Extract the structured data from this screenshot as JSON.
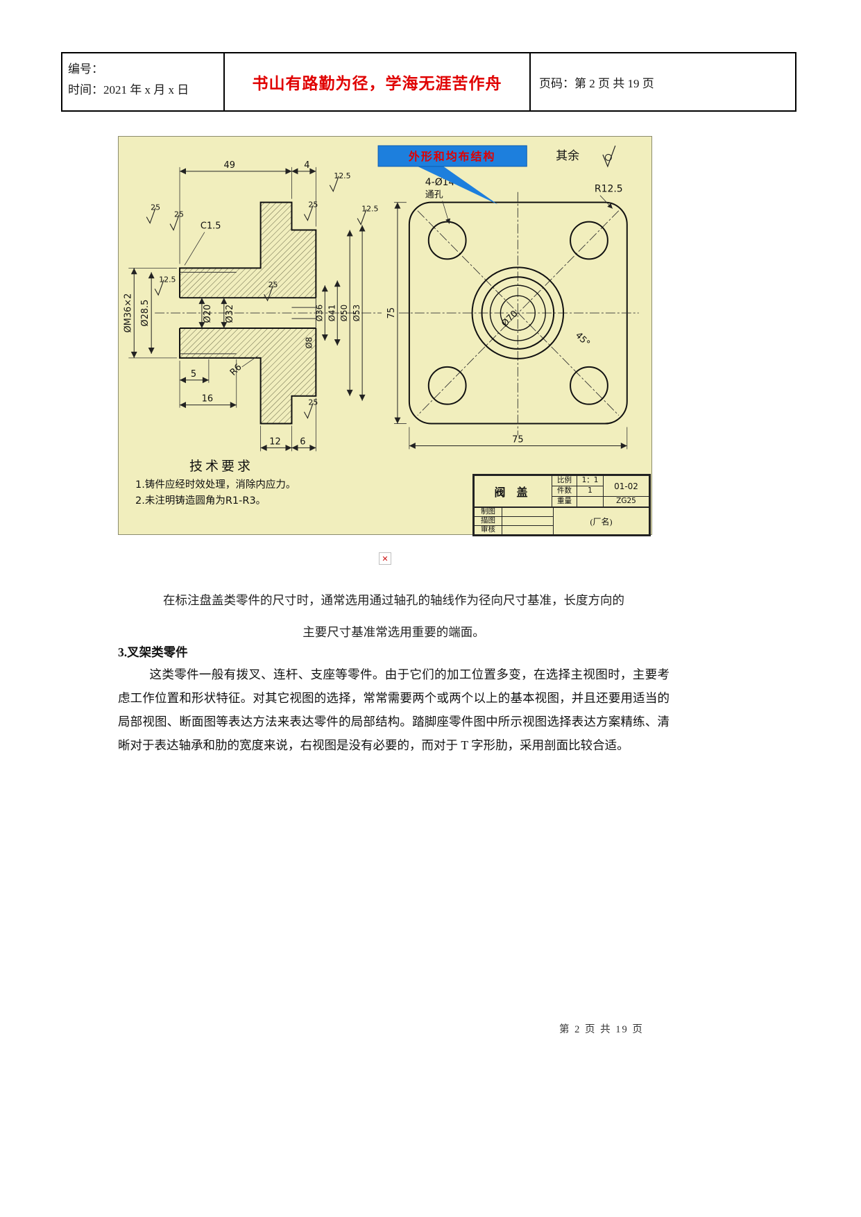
{
  "header": {
    "number_label": "编号：",
    "time_label": "时间：2021 年 x 月 x 日",
    "motto": "书山有路勤为径，学海无涯苦作舟",
    "page_label": "页码：第 2 页  共 19 页"
  },
  "drawing": {
    "callout": "外形和均布结构",
    "rest": "其余",
    "dims": {
      "len49": "49",
      "len4": "4",
      "chamfer": "C1.5",
      "m36": "ØM36×2",
      "d285": "Ø28.5",
      "d20": "Ø20",
      "d32": "Ø32",
      "d36": "Ø36",
      "d41": "Ø41",
      "d50": "Ø50",
      "d53": "Ø53",
      "d8": "Ø8",
      "r6": "R6",
      "len5": "5",
      "len16": "16",
      "len12": "12",
      "len6": "6",
      "h75": "75",
      "w75": "75",
      "holes": "4-Ø14",
      "through": "通孔",
      "r125": "R12.5",
      "d70": "Ø70",
      "ang45": "45°",
      "sf25": "25",
      "sf125": "12.5"
    },
    "tech": {
      "title": "技术要求",
      "item1": "1.铸件应经时效处理，消除内应力。",
      "item2": "2.未注明铸造圆角为R1-R3。"
    },
    "titleblock": {
      "part": "阀 盖",
      "scale_label": "比例",
      "scale": "1：1",
      "count_label": "件数",
      "count": "1",
      "no": "01-02",
      "weight_label": "重量",
      "material": "ZG25",
      "draw_label": "制图",
      "trace_label": "描图",
      "check_label": "审核",
      "company": "(厂名)"
    }
  },
  "image_placeholder": "✕",
  "body": {
    "p1_line1": "在标注盘盖类零件的尺寸时，通常选用通过轴孔的轴线作为径向尺寸基准，长度方向的",
    "p1_line2": "主要尺寸基准常选用重要的端面。",
    "heading": "3.叉架类零件",
    "p2": "这类零件一般有拨叉、连杆、支座等零件。由于它们的加工位置多变，在选择主视图时，主要考虑工作位置和形状特征。对其它视图的选择，常常需要两个或两个以上的基本视图，并且还要用适当的局部视图、断面图等表达方法来表达零件的局部结构。踏脚座零件图中所示视图选择表达方案精练、清晰对于表达轴承和肋的宽度来说，右视图是没有必要的，而对于 T 字形肋，采用剖面比较合适。"
  },
  "footer": "第 2 页 共 19 页"
}
